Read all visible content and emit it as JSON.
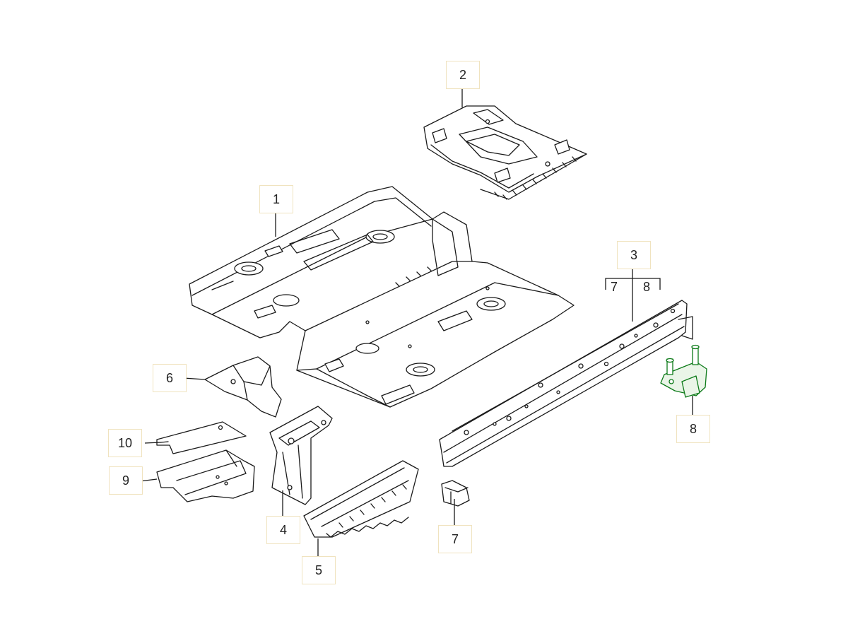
{
  "title": "",
  "highlight_color": "#0c7a18",
  "line_color": "#1a1a1a",
  "callout_border_color": "#f0e3bf",
  "parts": [
    {
      "id": "p1",
      "label": "1"
    },
    {
      "id": "p2",
      "label": "2"
    },
    {
      "id": "p3",
      "label": "3"
    },
    {
      "id": "p4",
      "label": "4"
    },
    {
      "id": "p5",
      "label": "5"
    },
    {
      "id": "p6",
      "label": "6"
    },
    {
      "id": "p7",
      "label": "7"
    },
    {
      "id": "p8",
      "label": "8"
    },
    {
      "id": "p9",
      "label": "9"
    },
    {
      "id": "p10",
      "label": "10"
    }
  ],
  "sub_callout": {
    "left_label": "7",
    "right_label": "8"
  }
}
